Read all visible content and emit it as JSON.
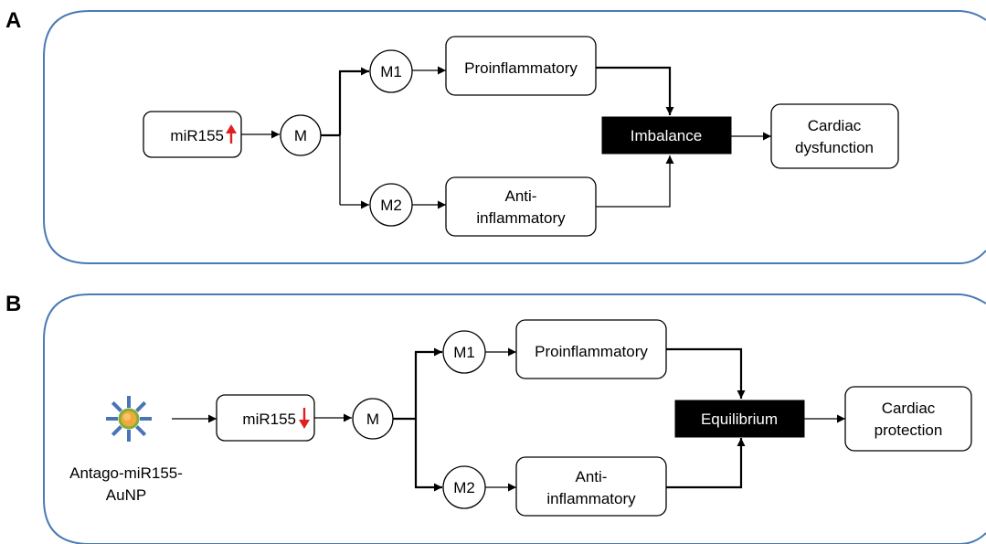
{
  "colors": {
    "panel_border": "#4a7ab5",
    "up_arrow": "#e02020",
    "down_arrow": "#e02020",
    "np_ray": "#4a73b8",
    "np_core": "#f2a93b",
    "np_core_ring": "#7fae3a"
  },
  "panel_a": {
    "label": "A",
    "mirna": "miR155",
    "mirna_indicator_icon": "red-up-arrow-icon",
    "macrophage": "M",
    "m1": "M1",
    "m2": "M2",
    "pro": "Proinflammatory",
    "anti_line1": "Anti-",
    "anti_line2": "inflammatory",
    "state": "Imbalance",
    "outcome_line1": "Cardiac",
    "outcome_line2": "dysfunction"
  },
  "panel_b": {
    "label": "B",
    "nanoparticle_icon": "gold-nanoparticle-icon",
    "np_label_line1": "Antago-miR155-",
    "np_label_line2": "AuNP",
    "mirna": "miR155",
    "mirna_indicator_icon": "red-down-arrow-icon",
    "macrophage": "M",
    "m1": "M1",
    "m2": "M2",
    "pro": "Proinflammatory",
    "anti_line1": "Anti-",
    "anti_line2": "inflammatory",
    "state": "Equilibrium",
    "outcome_line1": "Cardiac",
    "outcome_line2": "protection"
  }
}
